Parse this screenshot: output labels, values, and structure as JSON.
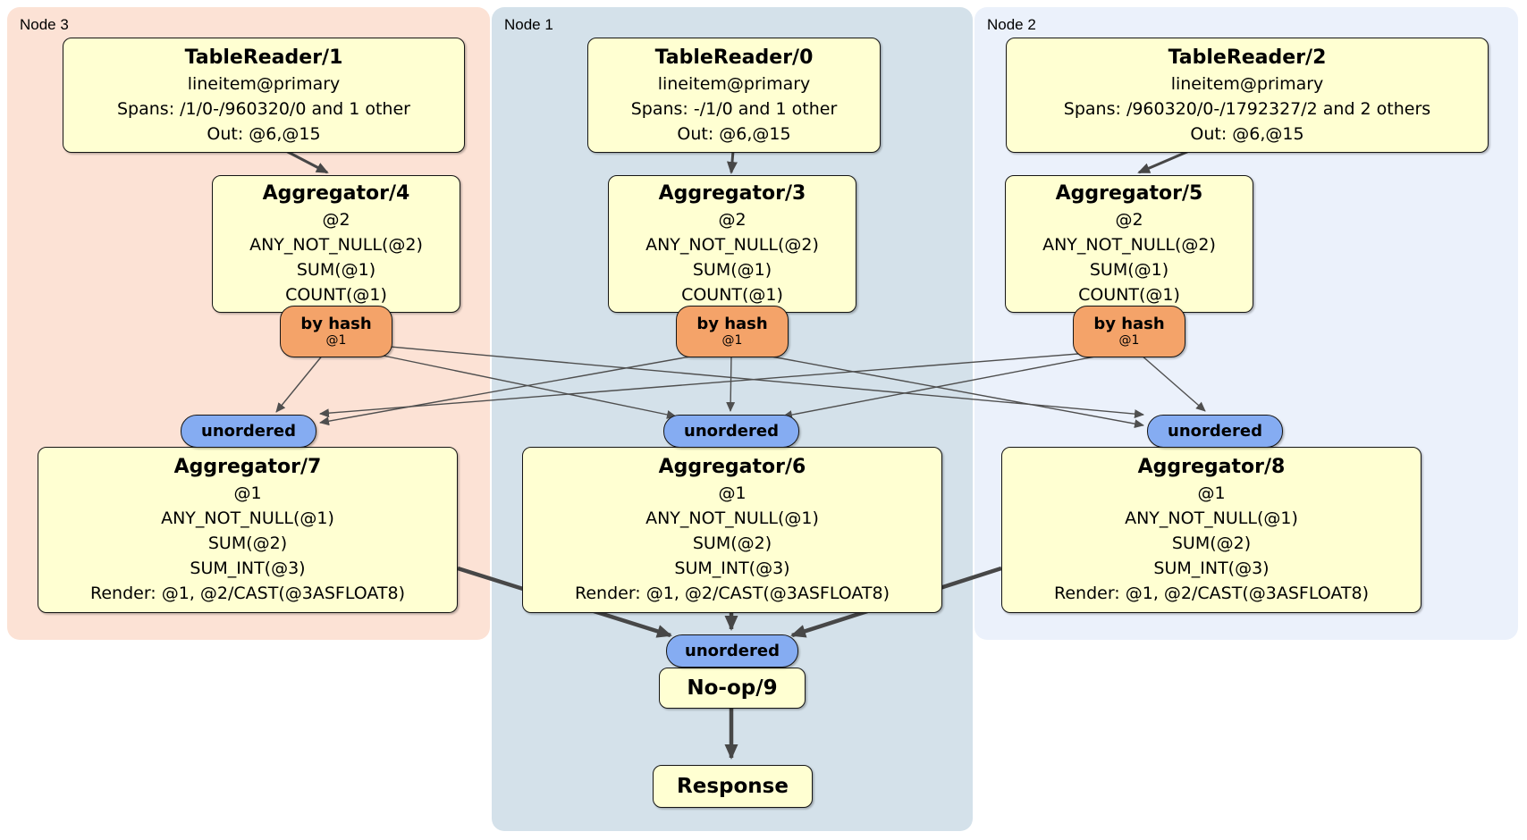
{
  "regions": [
    {
      "label": "Node 3",
      "table_reader": {
        "title": "TableReader/1",
        "lines": [
          "lineitem@primary",
          "Spans: /1/0-/960320/0 and 1 other",
          "Out: @6,@15"
        ]
      },
      "aggregator_upper": {
        "title": "Aggregator/4",
        "lines": [
          "@2",
          "ANY_NOT_NULL(@2)",
          "SUM(@1)",
          "COUNT(@1)"
        ]
      },
      "router": {
        "label": "by hash",
        "key": "@1"
      },
      "stream": {
        "label": "unordered"
      },
      "aggregator_lower": {
        "title": "Aggregator/7",
        "lines": [
          "@1",
          "ANY_NOT_NULL(@1)",
          "SUM(@2)",
          "SUM_INT(@3)",
          "Render: @1, @2/CAST(@3ASFLOAT8)"
        ]
      }
    },
    {
      "label": "Node 1",
      "table_reader": {
        "title": "TableReader/0",
        "lines": [
          "lineitem@primary",
          "Spans: -/1/0 and 1 other",
          "Out: @6,@15"
        ]
      },
      "aggregator_upper": {
        "title": "Aggregator/3",
        "lines": [
          "@2",
          "ANY_NOT_NULL(@2)",
          "SUM(@1)",
          "COUNT(@1)"
        ]
      },
      "router": {
        "label": "by hash",
        "key": "@1"
      },
      "stream": {
        "label": "unordered"
      },
      "aggregator_lower": {
        "title": "Aggregator/6",
        "lines": [
          "@1",
          "ANY_NOT_NULL(@1)",
          "SUM(@2)",
          "SUM_INT(@3)",
          "Render: @1, @2/CAST(@3ASFLOAT8)"
        ]
      }
    },
    {
      "label": "Node 2",
      "table_reader": {
        "title": "TableReader/2",
        "lines": [
          "lineitem@primary",
          "Spans: /960320/0-/1792327/2 and 2 others",
          "Out: @6,@15"
        ]
      },
      "aggregator_upper": {
        "title": "Aggregator/5",
        "lines": [
          "@2",
          "ANY_NOT_NULL(@2)",
          "SUM(@1)",
          "COUNT(@1)"
        ]
      },
      "router": {
        "label": "by hash",
        "key": "@1"
      },
      "stream": {
        "label": "unordered"
      },
      "aggregator_lower": {
        "title": "Aggregator/8",
        "lines": [
          "@1",
          "ANY_NOT_NULL(@1)",
          "SUM(@2)",
          "SUM_INT(@3)",
          "Render: @1, @2/CAST(@3ASFLOAT8)"
        ]
      }
    }
  ],
  "sink": {
    "stream": "unordered",
    "noop": "No-op/9",
    "response": "Response"
  },
  "colors": {
    "region_node3": "#fce2d5",
    "region_node1": "#d4e1ea",
    "region_node2": "#ebf1fb",
    "processor_fill": "#ffffd2",
    "router_fill": "#f4a369",
    "stream_fill": "#85acf2",
    "border": "#151515",
    "edge": "#4f4f4f"
  }
}
